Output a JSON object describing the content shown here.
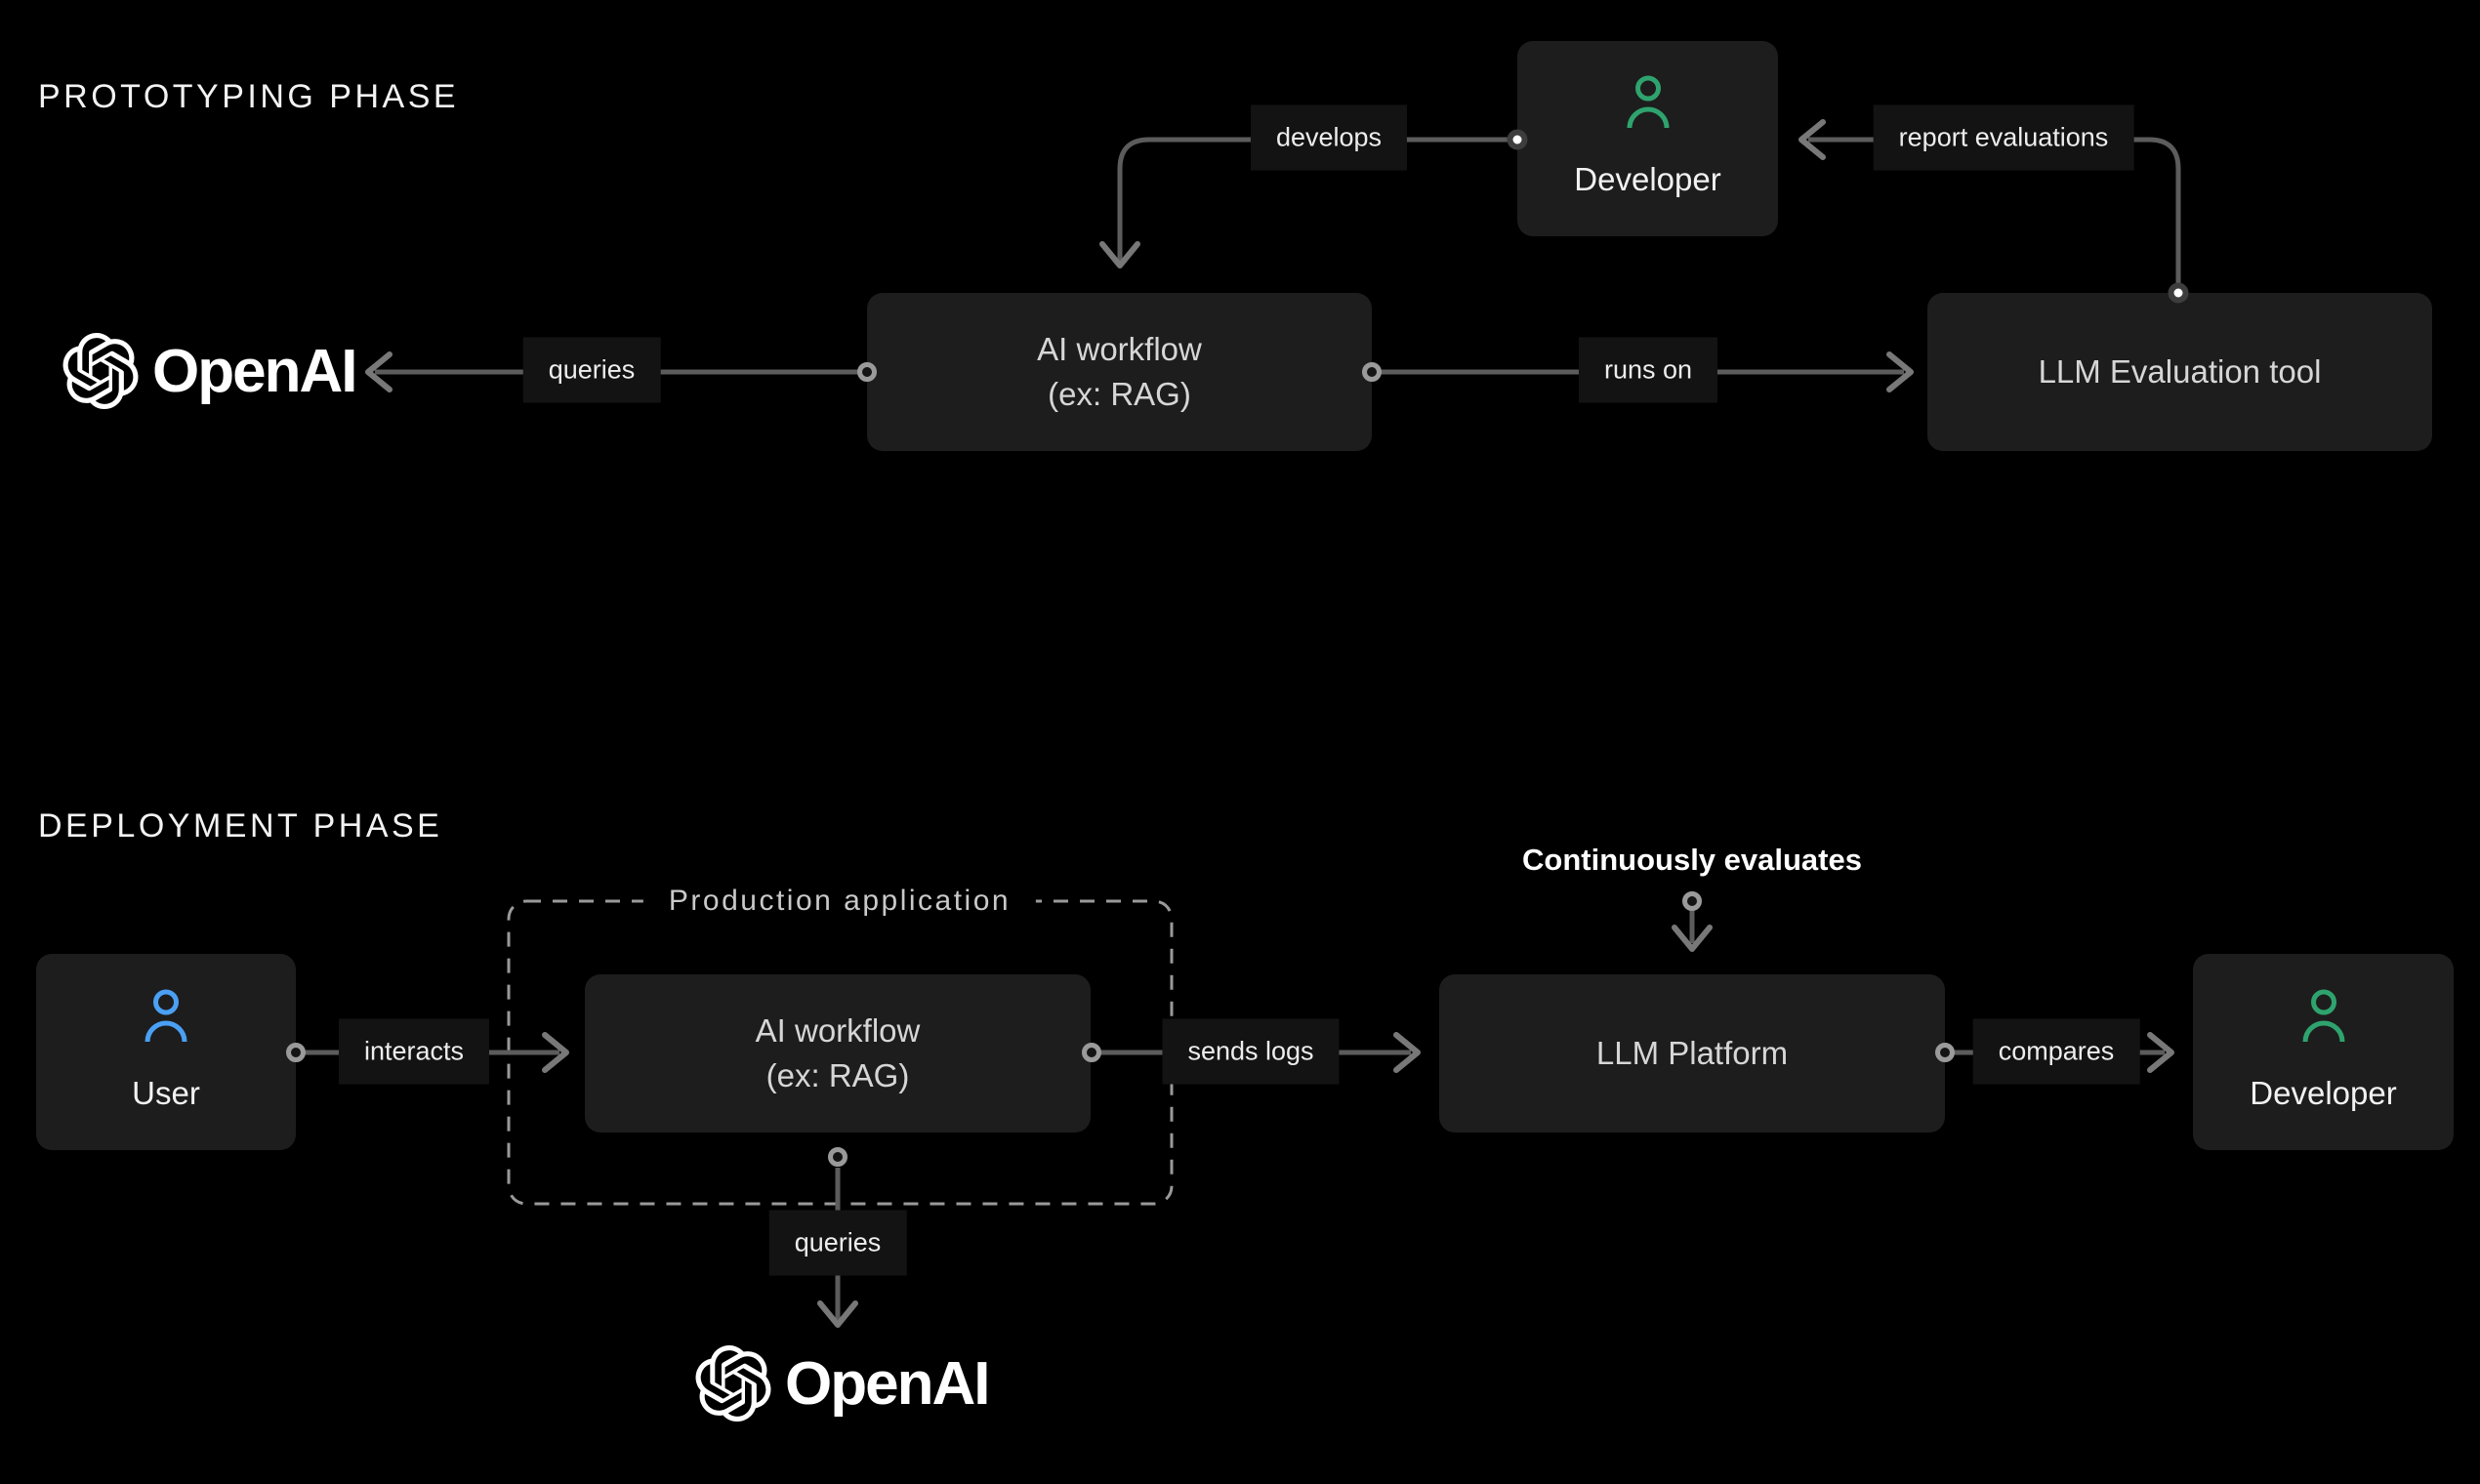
{
  "colors": {
    "background": "#000000",
    "node_fill": "#1d1d1d",
    "connector_line": "#5c5c5c",
    "label_background": "#131313",
    "developer_icon_green": "#2fa36e",
    "user_icon_blue": "#4aa0f4",
    "text_primary": "#f2f2f2",
    "text_secondary": "#d6d6d6"
  },
  "prototyping": {
    "title": "PROTOTYPING PHASE",
    "openai": {
      "wordmark": "OpenAI",
      "icon": "openai-logomark"
    },
    "nodes": {
      "ai_workflow": {
        "line1": "AI workflow",
        "line2": "(ex: RAG)"
      },
      "developer": {
        "label": "Developer",
        "icon": "person-icon"
      },
      "llm_evaluation_tool": {
        "label": "LLM Evaluation tool"
      }
    },
    "edges": {
      "queries": "queries",
      "develops": "develops",
      "runs_on": "runs on",
      "report_evaluations": "report evaluations"
    }
  },
  "deployment": {
    "title": "DEPLOYMENT PHASE",
    "production_application": "Production application",
    "continuously_evaluates": "Continuously evaluates",
    "openai": {
      "wordmark": "OpenAI",
      "icon": "openai-logomark"
    },
    "nodes": {
      "user": {
        "label": "User",
        "icon": "person-icon"
      },
      "ai_workflow": {
        "line1": "AI workflow",
        "line2": "(ex: RAG)"
      },
      "llm_platform": {
        "label": "LLM Platform"
      },
      "developer": {
        "label": "Developer",
        "icon": "person-icon"
      }
    },
    "edges": {
      "interacts": "interacts",
      "sends_logs": "sends logs",
      "compares": "compares",
      "queries": "queries"
    }
  }
}
